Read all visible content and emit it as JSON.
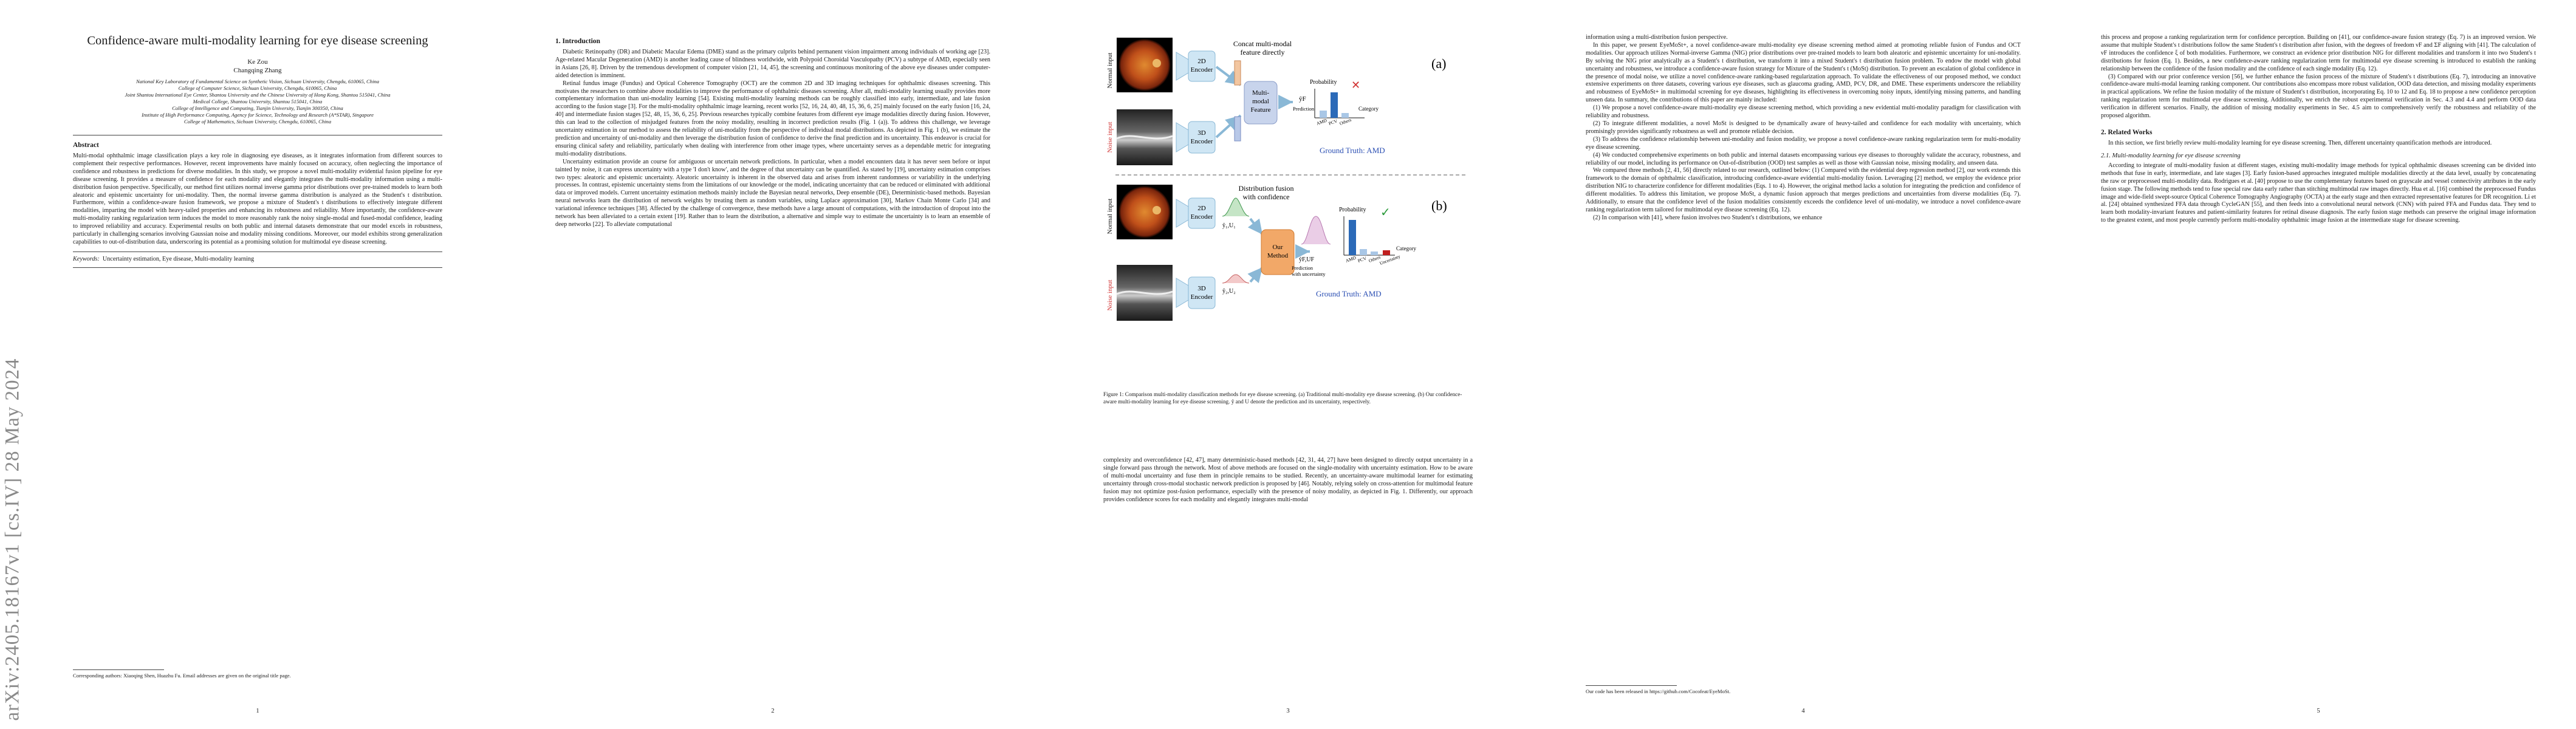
{
  "arxiv_stamp": "arXiv:2405.18167v1 [cs.IV] 28 May 2024",
  "page1": {
    "title": "Confidence-aware multi-modality learning for eye disease screening",
    "authors_line1": "Ke Zou",
    "authors_line2": "Changqing Zhang",
    "affiliations": [
      "National Key Laboratory of Fundamental Science on Synthetic Vision, Sichuan University, Chengdu, 610065, China",
      "College of Computer Science, Sichuan University, Chengdu, 610065, China",
      "Joint Shantou International Eye Center, Shantou University and the Chinese University of Hong Kong, Shantou 515041, China",
      "Medical College, Shantou University, Shantou 515041, China",
      "College of Intelligence and Computing, Tianjin University, Tianjin 300350, China",
      "Institute of High Performance Computing, Agency for Science, Technology and Research (A*STAR), Singapore",
      "College of Mathematics, Sichuan University, Chengdu, 610065, China"
    ],
    "abstract_heading": "Abstract",
    "abstract": "Multi-modal ophthalmic image classification plays a key role in diagnosing eye diseases, as it integrates information from different sources to complement their respective performances. However, recent improvements have mainly focused on accuracy, often neglecting the importance of confidence and robustness in predictions for diverse modalities. In this study, we propose a novel multi-modality evidential fusion pipeline for eye disease screening. It provides a measure of confidence for each modality and elegantly integrates the multi-modality information using a multi-distribution fusion perspective. Specifically, our method first utilizes normal inverse gamma prior distributions over pre-trained models to learn both aleatoric and epistemic uncertainty for uni-modality. Then, the normal inverse gamma distribution is analyzed as the Student's t distribution. Furthermore, within a confidence-aware fusion framework, we propose a mixture of Student's t distributions to effectively integrate different modalities, imparting the model with heavy-tailed properties and enhancing its robustness and reliability. More importantly, the confidence-aware multi-modality ranking regularization term induces the model to more reasonably rank the noisy single-modal and fused-modal confidence, leading to improved reliability and accuracy. Experimental results on both public and internal datasets demonstrate that our model excels in robustness, particularly in challenging scenarios involving Gaussian noise and modality missing conditions. Moreover, our model exhibits strong generalization capabilities to out-of-distribution data, underscoring its potential as a promising solution for multimodal eye disease screening.",
    "keywords_label": "Keywords:",
    "keywords": "Uncertainty estimation, Eye disease, Multi-modality learning",
    "footnote": "Corresponding authors: Xiaoqing Shen, Huazhu Fu. Email addresses are given on the original title page.",
    "page_number": "1"
  },
  "page2": {
    "heading": "1. Introduction",
    "paragraphs": [
      "Diabetic Retinopathy (DR) and Diabetic Macular Edema (DME) stand as the primary culprits behind permanent vision impairment among individuals of working age [23]. Age-related Macular Degeneration (AMD) is another leading cause of blindness worldwide, with Polypoid Choroidal Vasculopathy (PCV) a subtype of AMD, especially seen in Asians [26, 8]. Driven by the tremendous development of computer vision [21, 14, 45], the screening and continuous monitoring of the above eye diseases under computer-aided detection is imminent.",
      "Retinal fundus image (Fundus) and Optical Coherence Tomography (OCT) are the common 2D and 3D imaging techniques for ophthalmic diseases screening. This motivates the researchers to combine above modalities to improve the performance of ophthalmic diseases screening. After all, multi-modality learning usually provides more complementary information than uni-modality learning [54]. Existing multi-modality learning methods can be roughly classified into early, intermediate, and late fusion according to the fusion stage [3]. For the multi-modality ophthalmic image learning, recent works [52, 16, 24, 40, 48, 15, 36, 6, 25] mainly focused on the early fusion [16, 24, 40] and intermediate fusion stages [52, 48, 15, 36, 6, 25]. Previous researches typically combine features from different eye image modalities directly during fusion. However, this can lead to the collection of misjudged features from the noisy modality, resulting in incorrect prediction results (Fig. 1 (a)). To address this challenge, we leverage uncertainty estimation in our method to assess the reliability of uni-modality from the perspective of individual modal distributions. As depicted in Fig. 1 (b), we estimate the prediction and uncertainty of uni-modality and then leverage the distribution fusion of confidence to derive the final prediction and its uncertainty. This endeavor is crucial for ensuring clinical safety and reliability, particularly when dealing with interference from other image types, where uncertainty serves as a dependable metric for integrating multi-modality distributions.",
      "Uncertainty estimation provide an course for ambiguous or uncertain network predictions. In particular, when a model encounters data it has never seen before or input tainted by noise, it can express uncertainty with a type 'I don't know', and the degree of that uncertainty can be quantified. As stated by [19], uncertainty estimation comprises two types: aleatoric and epistemic uncertainty. Aleatoric uncertainty is inherent in the observed data and arises from inherent randomness or variability in the underlying processes. In contrast, epistemic uncertainty stems from the limitations of our knowledge or the model, indicating uncertainty that can be reduced or eliminated with additional data or improved models. Current uncertainty estimation methods mainly include the Bayesian neural networks, Deep ensemble (DE), Deterministic-based methods. Bayesian neural networks learn the distribution of network weights by treating them as random variables, using Laplace approximation [30], Markov Chain Monte Carlo [34] and variational inference techniques [38]. Affected by the challenge of convergence, these methods have a large amount of computations, with the introduction of dropout into the network has been alleviated to a certain extent [19]. Rather than to learn the distribution, a alternative and simple way to estimate the uncertainty is to learn an ensemble of deep networks [22]. To alleviate computational"
    ],
    "page_number": "2"
  },
  "page3": {
    "figure": {
      "label_a": "(a)",
      "label_b": "(b)",
      "normal_input": "Normal input",
      "noise_input": "Noise input",
      "enc2d": [
        "2D",
        "Encoder"
      ],
      "enc3d": [
        "3D",
        "Encoder"
      ],
      "concat_title": [
        "Concat multi-modal",
        "feature directly"
      ],
      "mm_feature": [
        "Multi-",
        "modal",
        "Feature"
      ],
      "probability": "Probability",
      "prediction": "Prediction",
      "category": "Category",
      "bar_labels": [
        "AMD",
        "PCV",
        "Others"
      ],
      "ground_truth": "Ground Truth: AMD",
      "fusion_title": [
        "Distribution fusion",
        "with confidence"
      ],
      "our_method": [
        "Our",
        "Method"
      ],
      "pred_unc": [
        "Prediction",
        "with uncertainty"
      ],
      "uncertainty": "Uncertainty",
      "y_u1": "ŷ₁,U₁",
      "y_u2": "ŷ₂,U₂",
      "y_uf": "ŷF,UF",
      "y_f": "ŷF",
      "colors": {
        "blue": "#2b4fb3",
        "red": "#d03030",
        "green": "#2a9a3a",
        "orange": "#f0a060",
        "teal": "#9ecfe8"
      }
    },
    "caption": "Figure 1: Comparison multi-modality classification methods for eye disease screening. (a) Traditional multi-modality eye disease screening. (b) Our confidence-aware multi-modality learning for eye disease screening. ŷ and U denote the prediction and its uncertainty, respectively.",
    "paragraph": "complexity and overconfidence [42, 47], many deterministic-based methods [42, 31, 44, 27] have been designed to directly output uncertainty in a single forward pass through the network. Most of above methods are focused on the single-modality with uncertainty estimation. How to be aware of multi-modal uncertainty and fuse them in principle remains to be studied. Recently, an uncertainty-aware multimodal learner for estimating uncertainty through cross-modal stochastic network prediction is proposed by [46]. Notably, relying solely on cross-attention for multimodal feature fusion may not optimize post-fusion performance, especially with the presence of noisy modality, as depicted in Fig. 1. Differently, our approach provides confidence scores for each modality and elegantly integrates multi-modal",
    "page_number": "3"
  },
  "page4": {
    "paragraphs": [
      "information using a multi-distribution fusion perspective.",
      "In this paper, we present EyeMoSt+, a novel confidence-aware multi-modality eye disease screening method aimed at promoting reliable fusion of Fundus and OCT modalities. Our approach utilizes Normal-inverse Gamma (NIG) prior distributions over pre-trained models to learn both aleatoric and epistemic uncertainty for uni-modality. By solving the NIG prior analytically as a Student's t distribution, we transform it into a mixed Student's t distribution fusion problem. To endow the model with global uncertainty and robustness, we introduce a confidence-aware fusion strategy for Mixture of the Student's t (MoSt) distribution. To prevent an escalation of global confidence in the presence of modal noise, we utilize a novel confidence-aware ranking-based regularization approach. To validate the effectiveness of our proposed method, we conduct extensive experiments on three datasets, covering various eye diseases, such as glaucoma grading, AMD, PCV, DR, and DME. These experiments underscore the reliability and robustness of EyeMoSt+ in multimodal screening for eye diseases, highlighting its effectiveness in overcoming noisy inputs, identifying missing patterns, and handling unseen data. In summary, the contributions of this paper are mainly included:",
      "(1) We propose a novel confidence-aware multi-modality eye disease screening method, which providing a new evidential multi-modality paradigm for classification with reliability and robustness.",
      "(2) To integrate different modalities, a novel MoSt is designed to be dynamically aware of heavy-tailed and confidence for each modality with uncertainty, which promisingly provides significantly robustness as well and promote reliable decision.",
      "(3) To address the confidence relationship between uni-modality and fusion modality, we propose a novel confidence-aware ranking regularization term for multi-modality eye disease screening.",
      "(4) We conducted comprehensive experiments on both public and internal datasets encompassing various eye diseases to thoroughly validate the accuracy, robustness, and reliability of our model, including its performance on Out-of-distribution (OOD) test samples as well as those with Gaussian noise, missing modality, and unseen data.",
      "We compared three methods [2, 41, 56] directly related to our research, outlined below: (1) Compared with the evidential deep regression method [2], our work extends this framework to the domain of ophthalmic classification, introducing confidence-aware evidential multi-modality fusion. Leveraging [2] method, we employ the evidence prior distribution NIG to characterize confidence for different modalities (Eqs. 1 to 4). However, the original method lacks a solution for integrating the prediction and confidence of different modalities. To address this limitation, we propose MoSt, a dynamic fusion approach that merges predictions and uncertainties from diverse modalities (Eq. 7). Additionally, to ensure that the confidence level of the fusion modalities consistently exceeds the confidence level of uni-modality, we introduce a novel confidence-aware ranking regularization term tailored for multimodal eye disease screening (Eq. 12).",
      "(2) In comparison with [41], where fusion involves two Student's t distributions, we enhance"
    ],
    "footnote": "Our code has been released in https://github.com/Cocofeat/EyeMoSt.",
    "page_number": "4"
  },
  "page5": {
    "paragraphs": [
      "this process and propose a ranking regularization term for confidence perception. Building on [41], our confidence-aware fusion strategy (Eq. 7) is an improved version. We assume that multiple Student's t distributions follow the same Student's t distribution after fusion, with the degrees of freedom νF and ΣF aligning with [41]. The calculation of νF introduces the confidence ξ of both modalities. Furthermore, we construct an evidence prior distribution NIG for different modalities and transform it into two Student's t distributions for fusion (Eq. 1). Besides, a new confidence-aware ranking regularization term for multimodal eye disease screening is introduced to establish the ranking relationship between the confidence of the fusion modality and the confidence of each single modality (Eq. 12).",
      "(3) Compared with our prior conference version [56], we further enhance the fusion process of the mixture of Student's t distributions (Eq. 7), introducing an innovative confidence-aware multi-modal learning ranking component. Our contributions also encompass more robust validation, OOD data detection, and missing modality experiments in practical applications. We refine the fusion modality of the mixture of Student's t distribution, incorporating Eq. 10 to 12 and Eq. 18 to propose a new confidence perception ranking regularization term for multimodal eye disease screening. Additionally, we enrich the robust experimental verification in Sec. 4.3 and 4.4 and perform OOD data verification in different scenarios. Finally, the addition of missing modality experiments in Sec. 4.5 aim to comprehensively verify the robustness and reliability of the proposed algorithm."
    ],
    "heading": "2. Related Works",
    "intro": "In this section, we first briefly review multi-modality learning for eye disease screening. Then, different uncertainty quantification methods are introduced.",
    "subheading": "2.1. Multi-modality learning for eye disease screening",
    "sub_paragraph": "According to integrate of multi-modality fusion at different stages, existing multi-modality image methods for typical ophthalmic diseases screening can be divided into methods that fuse in early, intermediate, and late stages [3]. Early fusion-based approaches integrated multiple modalities directly at the data level, usually by concatenating the raw or preprocessed multi-modality data. Rodrigues et al. [40] propose to use the complementary features based on grayscale and vessel connectivity attributes in the early fusion stage. The following methods tend to fuse special raw data early rather than stitching multimodal raw images directly. Hua et al. [16] combined the preprocessed Fundus image and wide-field swept-source Optical Coherence Tomography Angiography (OCTA) at the early stage and then extracted representative features for DR recognition. Li et al. [24] obtained synthesized FFA data through CycleGAN [55], and then feeds into a convolutional neural network (CNN) with paired FFA and Fundus data. They tend to learn both modality-invariant features and patient-similarity features for retinal disease diagnosis. The early fusion stage methods can preserve the original image information to the greatest extent, and most people currently perform multi-modality ophthalmic image fusion at the intermediate stage for disease screening.",
    "page_number": "5"
  }
}
